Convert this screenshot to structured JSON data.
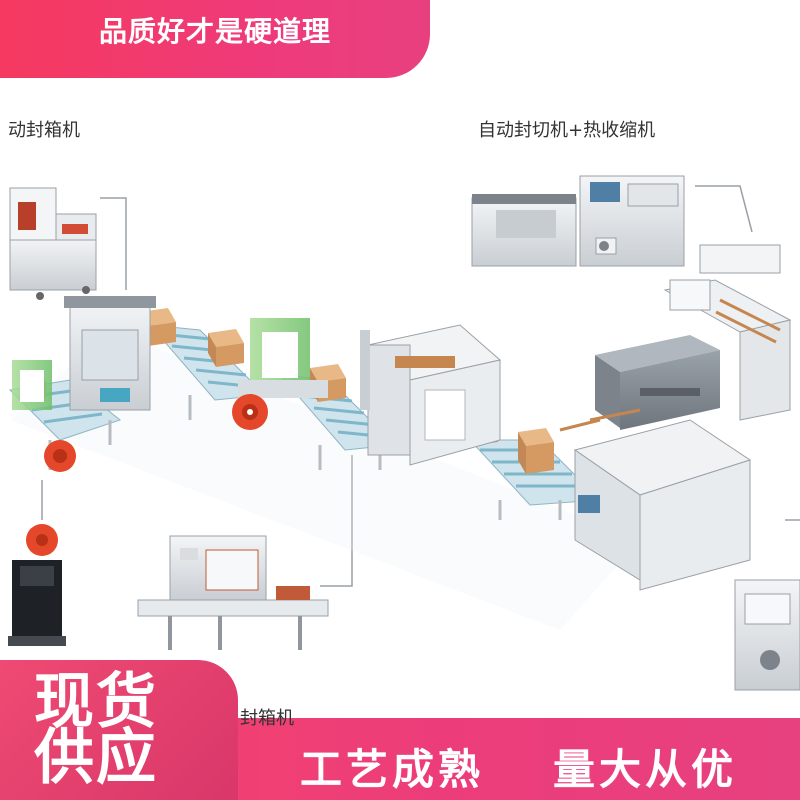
{
  "banner": {
    "title": "品质好才是硬道理"
  },
  "labels": {
    "left": "动封箱机",
    "right": "自动封切机+热收缩机",
    "bottom": "封箱机"
  },
  "badge": {
    "line1": "现货",
    "line2": "供应"
  },
  "slogans": {
    "first": "工艺成熟",
    "second": "量大从优"
  },
  "colors": {
    "brand_pink": "#ee3f70",
    "banner_text": "#ffffff",
    "machine_grey": "#c9ced3",
    "roller_blue": "#7fb6c9",
    "carton_tan": "#d9a06b",
    "guide_green": "#7cc472",
    "reel_orange": "#e4472a"
  }
}
